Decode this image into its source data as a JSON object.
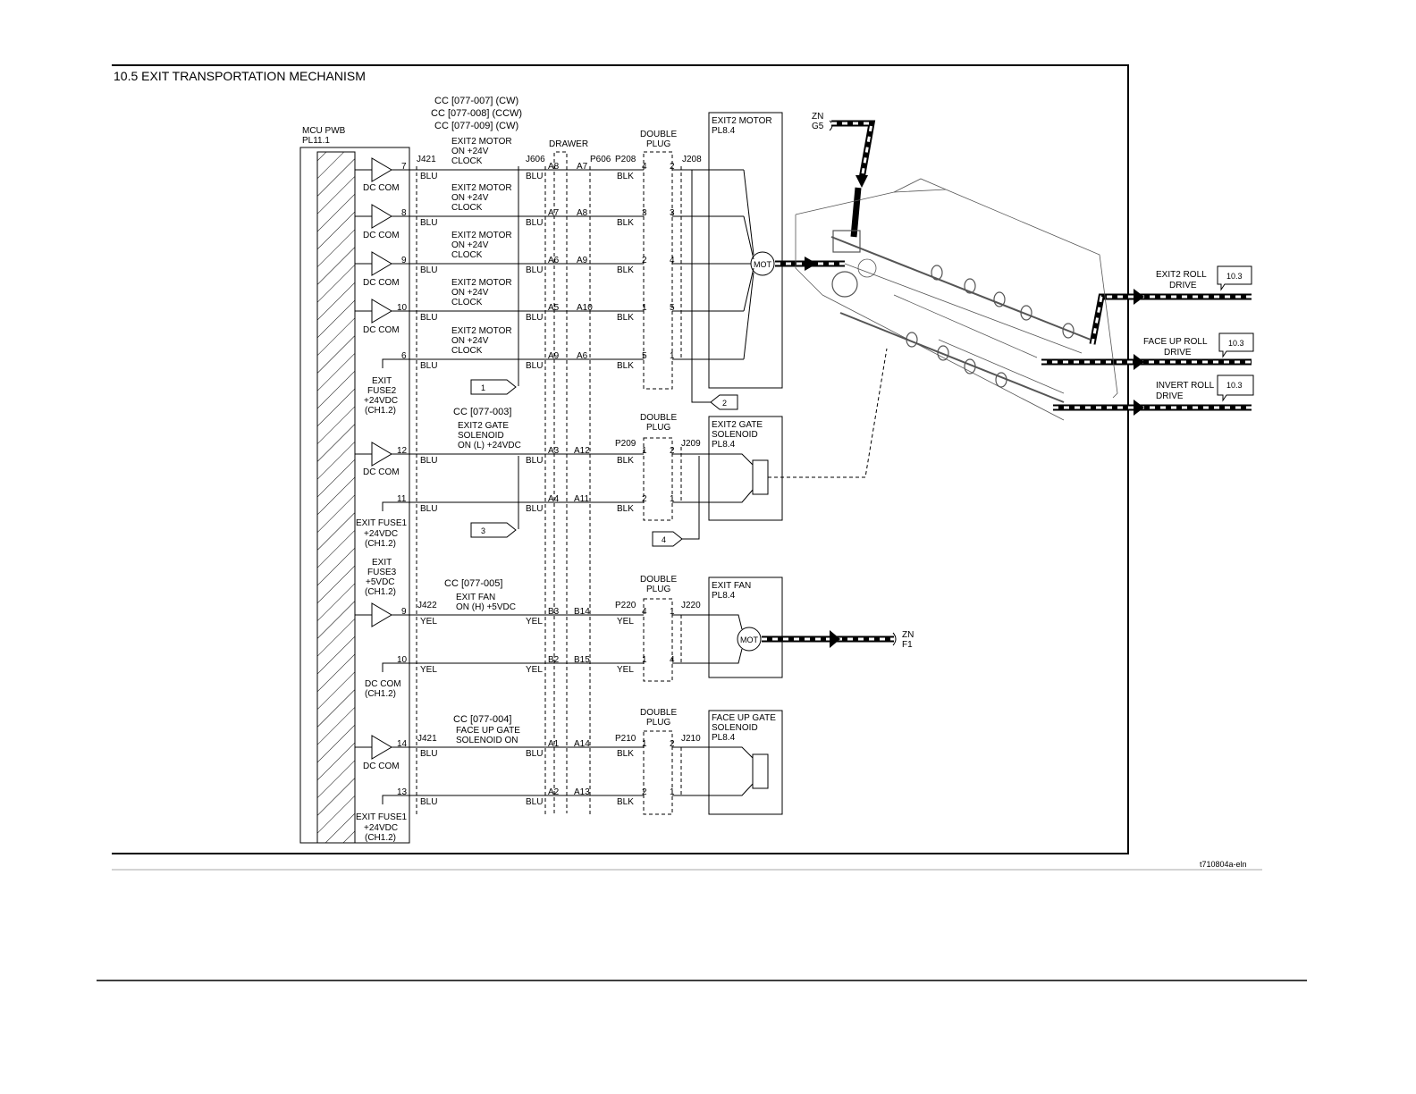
{
  "page": {
    "title": "10.5 EXIT TRANSPORTATION MECHANISM",
    "figure_id": "t710804a-eln"
  },
  "mcu": {
    "name": "MCU PWB",
    "pl": "PL11.1"
  },
  "cc_motor": [
    "CC [077-007] (CW)",
    "CC [077-008] (CCW)",
    "CC [077-009] (CW)"
  ],
  "drawer_label": "DRAWER",
  "double_plug": [
    "DOUBLE",
    "PLUG"
  ],
  "connectors": {
    "j421": "J421",
    "j606": "J606",
    "p606": "P606",
    "p208": "P208",
    "j208": "J208",
    "p209": "P209",
    "j209": "J209",
    "j422": "J422",
    "p220": "P220",
    "j220": "J220",
    "j421b": "J421",
    "p210": "P210",
    "j210": "J210"
  },
  "motor_signals": [
    {
      "pin": "7",
      "sig": [
        "EXIT2 MOTOR",
        "ON +24V",
        "CLOCK"
      ],
      "drawer_l": "A8",
      "drawer_r": "A7",
      "plug_l": "4",
      "plug_r": "2",
      "color_l": "BLU",
      "color_m": "BLU",
      "color_r": "BLK"
    },
    {
      "pin": "8",
      "sig": [
        "EXIT2 MOTOR",
        "ON +24V",
        "CLOCK"
      ],
      "drawer_l": "A7",
      "drawer_r": "A8",
      "plug_l": "3",
      "plug_r": "3",
      "color_l": "BLU",
      "color_m": "BLU",
      "color_r": "BLK"
    },
    {
      "pin": "9",
      "sig": [
        "EXIT2 MOTOR",
        "ON +24V",
        "CLOCK"
      ],
      "drawer_l": "A6",
      "drawer_r": "A9",
      "plug_l": "2",
      "plug_r": "4",
      "color_l": "BLU",
      "color_m": "BLU",
      "color_r": "BLK"
    },
    {
      "pin": "10",
      "sig": [
        "EXIT2 MOTOR",
        "ON +24V",
        "CLOCK"
      ],
      "drawer_l": "A5",
      "drawer_r": "A10",
      "plug_l": "1",
      "plug_r": "5",
      "color_l": "BLU",
      "color_m": "BLU",
      "color_r": "BLK"
    },
    {
      "pin": "6",
      "sig": [
        "EXIT2 MOTOR",
        "ON +24V",
        "CLOCK"
      ],
      "drawer_l": "A9",
      "drawer_r": "A6",
      "plug_l": "5",
      "plug_r": "1",
      "color_l": "BLU",
      "color_m": "BLU",
      "color_r": "BLK"
    }
  ],
  "dc_com": "DC COM",
  "fuse2": [
    "EXIT",
    "FUSE2",
    "+24VDC",
    "(CH1.2)"
  ],
  "motor_block": {
    "name": "EXIT2 MOTOR",
    "pl": "PL8.4",
    "mot": "MOT"
  },
  "callouts": [
    "1",
    "2",
    "3",
    "4"
  ],
  "gate": {
    "cc": "CC [077-003]",
    "sig": [
      "EXIT2 GATE",
      "SOLENOID",
      "ON (L) +24VDC"
    ],
    "pins": [
      "12",
      "11"
    ],
    "drawer": [
      [
        "A3",
        "A12"
      ],
      [
        "A4",
        "A11"
      ]
    ],
    "plug": [
      [
        "1",
        "2"
      ],
      [
        "2",
        "1"
      ]
    ],
    "colors": [
      "BLU",
      "BLU",
      "BLK"
    ],
    "block": [
      "EXIT2 GATE",
      "SOLENOID",
      "PL8.4"
    ]
  },
  "fuse1": [
    "EXIT FUSE1",
    "+24VDC",
    "(CH1.2)"
  ],
  "fuse3": [
    "EXIT",
    "FUSE3",
    "+5VDC",
    "(CH1.2)"
  ],
  "fan": {
    "cc": "CC [077-005]",
    "sig": [
      "EXIT FAN",
      "ON (H) +5VDC"
    ],
    "pins": [
      "9",
      "10"
    ],
    "drawer": [
      [
        "B3",
        "B14"
      ],
      [
        "B2",
        "B15"
      ]
    ],
    "plug": [
      [
        "4",
        "1"
      ],
      [
        "1",
        "4"
      ]
    ],
    "color": "YEL",
    "block": [
      "EXIT FAN",
      "PL8.4"
    ],
    "mot": "MOT",
    "zn": [
      "ZN",
      "F1"
    ]
  },
  "dc_com_ch": [
    "DC COM",
    "(CH1.2)"
  ],
  "faceup": {
    "cc": "CC [077-004]",
    "sig": [
      "FACE UP GATE",
      "SOLENOID ON"
    ],
    "pins": [
      "14",
      "13"
    ],
    "drawer": [
      [
        "A1",
        "A14"
      ],
      [
        "A2",
        "A13"
      ]
    ],
    "plug": [
      [
        "1",
        "2"
      ],
      [
        "2",
        "1"
      ]
    ],
    "colors": [
      "BLU",
      "BLU",
      "BLK"
    ],
    "block": [
      "FACE UP GATE",
      "SOLENOID",
      "PL8.4"
    ]
  },
  "zn_top": [
    "ZN",
    "G5"
  ],
  "drives": [
    {
      "label": [
        "EXIT2 ROLL",
        "DRIVE"
      ],
      "ref": "10.3"
    },
    {
      "label": [
        "FACE UP ROLL",
        "DRIVE"
      ],
      "ref": "10.3"
    },
    {
      "label": [
        "INVERT ROLL",
        "DRIVE"
      ],
      "ref": "10.3"
    }
  ]
}
